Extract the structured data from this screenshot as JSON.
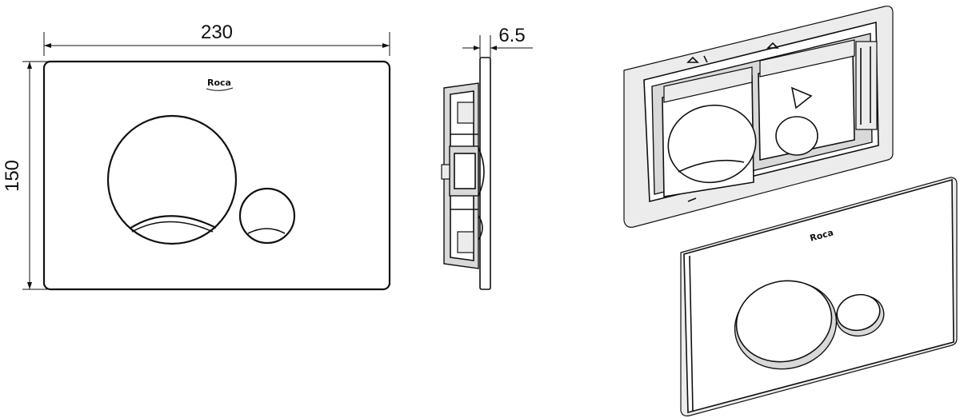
{
  "front_view": {
    "width_label": "230",
    "height_label": "150",
    "logo": "Roca"
  },
  "side_view": {
    "thickness_label": "6.5"
  },
  "iso_plate": {
    "logo": "Roca"
  }
}
